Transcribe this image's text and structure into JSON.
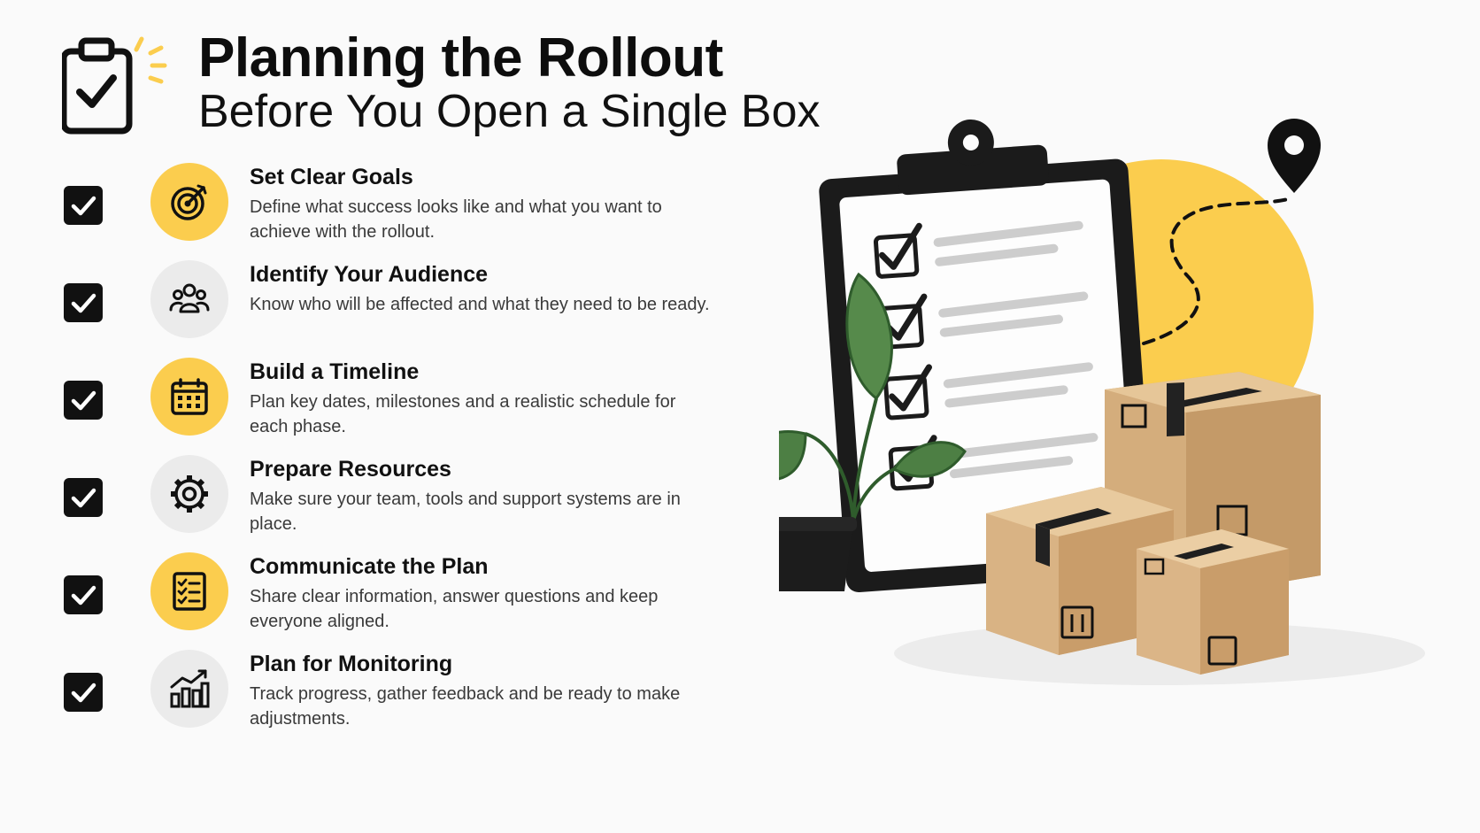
{
  "header": {
    "icon": "clipboard-check-icon",
    "title": "Planning the Rollout",
    "subtitle": "Before You Open a Single Box"
  },
  "steps": [
    {
      "title": "Set Clear Goals",
      "description": "Define what success looks like and what you want to achieve with the rollout.",
      "icon": "target-icon",
      "badge_color": "#fbcd4e"
    },
    {
      "title": "Identify Your Audience",
      "description": "Know who will be affected and what they need to be ready.",
      "icon": "people-icon",
      "badge_color": "#ebebeb"
    },
    {
      "title": "Build a Timeline",
      "description": "Plan key dates, milestones and a realistic schedule for each phase.",
      "icon": "calendar-icon",
      "badge_color": "#fbcd4e"
    },
    {
      "title": "Prepare Resources",
      "description": "Make sure your team, tools and support systems are in place.",
      "icon": "gear-icon",
      "badge_color": "#ebebeb"
    },
    {
      "title": "Communicate the Plan",
      "description": "Share clear information, answer questions and keep everyone aligned.",
      "icon": "checklist-icon",
      "badge_color": "#fbcd4e"
    },
    {
      "title": "Plan for Monitoring",
      "description": "Track progress, gather feedback and be ready to make adjustments.",
      "icon": "growth-chart-icon",
      "badge_color": "#ebebeb"
    }
  ],
  "colors": {
    "accent": "#fbcd4e",
    "ink": "#111111",
    "cardboard": "#d9b384"
  }
}
